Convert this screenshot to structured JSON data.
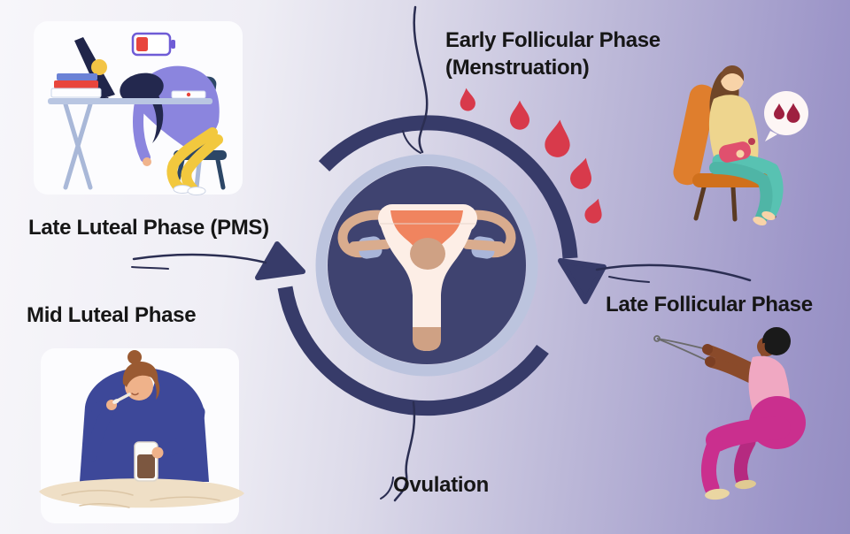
{
  "phases": {
    "early_follicular": {
      "line1": "Early Follicular Phase",
      "line2": "(Menstruation)"
    },
    "late_follicular": {
      "label": "Late Follicular Phase"
    },
    "ovulation": {
      "label": "Ovulation"
    },
    "mid_luteal": {
      "label": "Mid Luteal Phase"
    },
    "late_luteal": {
      "label": "Late Luteal Phase (PMS)"
    }
  },
  "colors": {
    "background_left": "#f7f6fa",
    "background_right": "#948dc2",
    "cycle_arc_navy": "#373b69",
    "inner_circle_navy": "#3f4370",
    "ring_periwinkle": "#bcc4de",
    "blood_red": "#d83a4b",
    "bubble_blood_dark_red": "#9e2040",
    "label_text": "#161616"
  },
  "icons": {
    "center": "uterus-icon",
    "menstruation": "blood-drops-icon",
    "fatigue": "low-battery-icon",
    "cramps": "speech-bubble-blood-icon"
  },
  "illustrations": {
    "top_left": "tired-person-slumped-at-desk",
    "top_right": "person-in-chair-with-heating-pad",
    "bottom_right": "person-squatting-with-resistance-band",
    "bottom_left": "person-eating-at-table"
  }
}
